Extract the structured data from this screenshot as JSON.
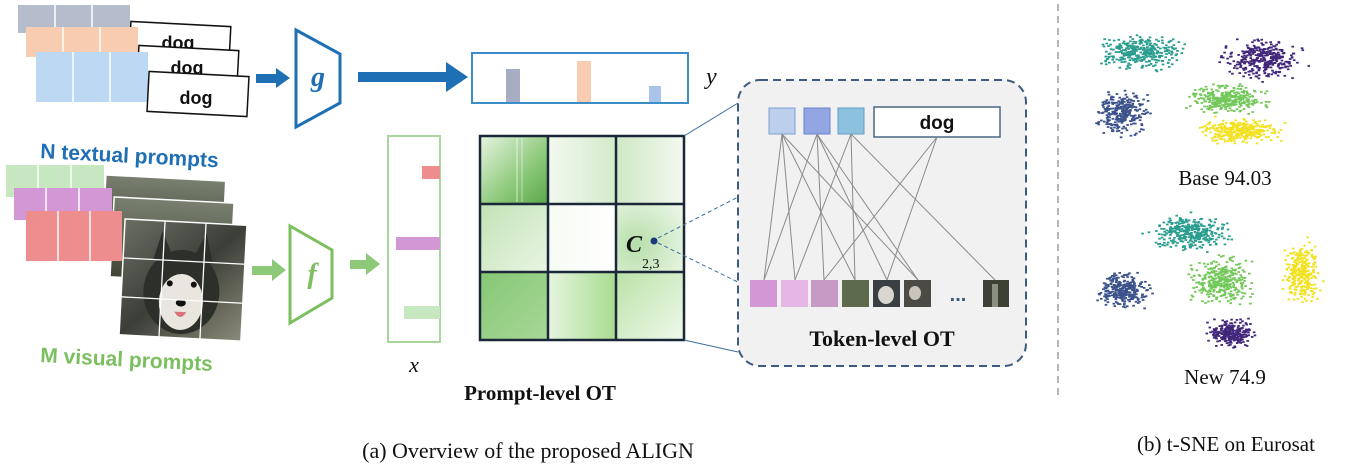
{
  "text_prompts": {
    "word": "dog",
    "label": "N textual prompts",
    "label_color": "#1f6fb5"
  },
  "visual_prompts": {
    "label": "M visual prompts",
    "label_color": "#7bbf5e"
  },
  "encoders": {
    "text_symbol": "g",
    "visual_symbol": "f",
    "text_color": "#1f6fb5",
    "visual_color": "#7bbf5e"
  },
  "variables": {
    "y": "y",
    "x": "x",
    "cost_symbol": "C",
    "cost_subscript": "2,3"
  },
  "prompt_ot": {
    "title": "Prompt-level OT"
  },
  "token_ot": {
    "title": "Token-level OT",
    "word": "dog",
    "ellipsis": "..."
  },
  "captions": {
    "overview": "(a) Overview of the proposed ALIGN",
    "tsne": "(b) t-SNE on Eurosat"
  },
  "tsne": {
    "base_label": "Base 94.03",
    "new_label": "New 74.9",
    "cluster_colors": [
      "#2a9d8f",
      "#41277a",
      "#3b528b",
      "#73c85a",
      "#f2e121"
    ]
  },
  "colors": {
    "text_card_gray": "#b5bdcc",
    "text_card_peach": "#f8ccb0",
    "text_card_blue": "#bcd8f3",
    "visual_card_green": "#c6e7bf",
    "visual_card_pink": "#d497d6",
    "visual_card_red": "#ee8d8d",
    "dashed_border": "#3d5a80",
    "grid_border": "#1a2738"
  }
}
